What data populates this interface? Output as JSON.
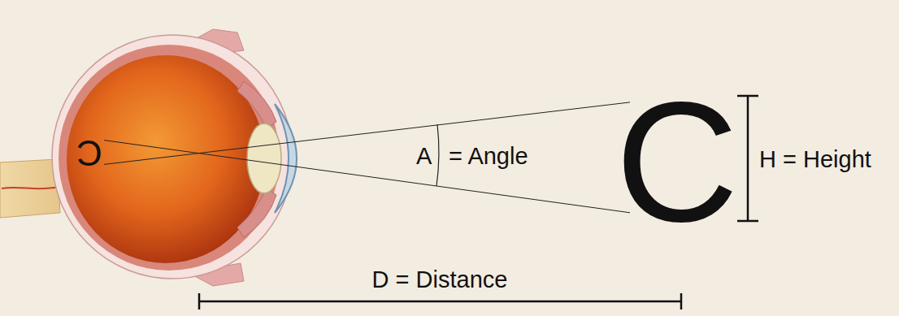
{
  "diagram": {
    "labels": [
      "C",
      "A",
      "= Angle",
      "C",
      "H = Height",
      "D = Distance"
    ]
  }
}
